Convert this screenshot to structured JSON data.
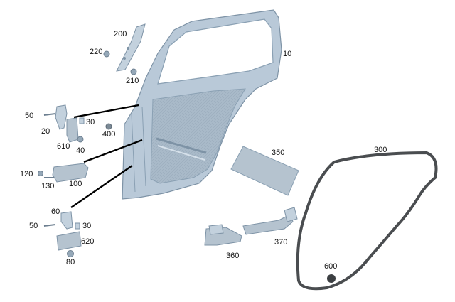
{
  "labels": {
    "p10": "10",
    "p20": "20",
    "p30a": "30",
    "p30b": "30",
    "p40": "40",
    "p50a": "50",
    "p50b": "50",
    "p60": "60",
    "p80": "80",
    "p100": "100",
    "p120": "120",
    "p130": "130",
    "p200": "200",
    "p210": "210",
    "p220": "220",
    "p300": "300",
    "p350": "350",
    "p360": "360",
    "p370": "370",
    "p400": "400",
    "p600": "600",
    "p610": "610",
    "p620": "620"
  },
  "colors": {
    "door": "#b9c9d8",
    "door_inner": "#a7b8c8",
    "door_edge": "#7e93a6",
    "part": "#c3d1dd",
    "part_dark": "#95a8b8",
    "seal": "#4a4d50",
    "pad": "#b5c3cf",
    "pointer": "#000000"
  }
}
